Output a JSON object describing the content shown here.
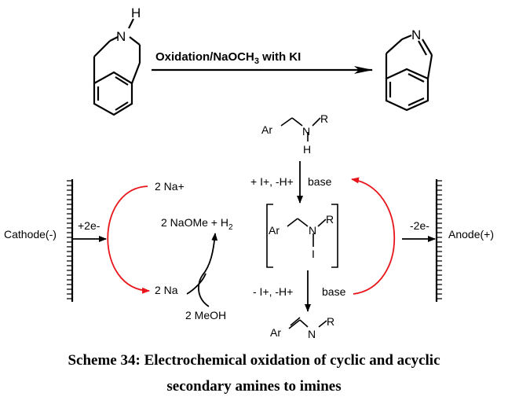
{
  "reaction_top": {
    "reactant_atoms": {
      "h": "H",
      "n": "N"
    },
    "product_atoms": {
      "n": "N"
    },
    "conditions_prefix": "Oxidation/NaOCH",
    "conditions_sub": "3",
    "conditions_suffix": " with KI"
  },
  "mechanism": {
    "amine": {
      "ar": "Ar",
      "n": "N",
      "r": "R",
      "h": "H"
    },
    "step1": {
      "left": "+ I+, -H+",
      "right": "base"
    },
    "intermediate": {
      "ar": "Ar",
      "n": "N",
      "r": "R",
      "i": "I"
    },
    "step2": {
      "left": "- I+, -H+",
      "right": "base"
    },
    "imine": {
      "ar": "Ar",
      "n": "N",
      "r": "R"
    }
  },
  "electrodes": {
    "cathode_label": "Cathode(-)",
    "cathode_electrons": "+2e-",
    "anode_label": "Anode(+)",
    "anode_electrons": "-2e-"
  },
  "cathode_cycle": {
    "na_plus": "2 Na+",
    "na": "2 Na",
    "product_prefix": "2 NaOMe + H",
    "product_sub": "2",
    "meoh": "2 MeOH"
  },
  "colors": {
    "red_arrow": "#e8151b",
    "line": "#000000"
  },
  "caption": {
    "line1": "Scheme 34: Electrochemical oxidation of cyclic and acyclic",
    "line2": "secondary amines to imines"
  }
}
